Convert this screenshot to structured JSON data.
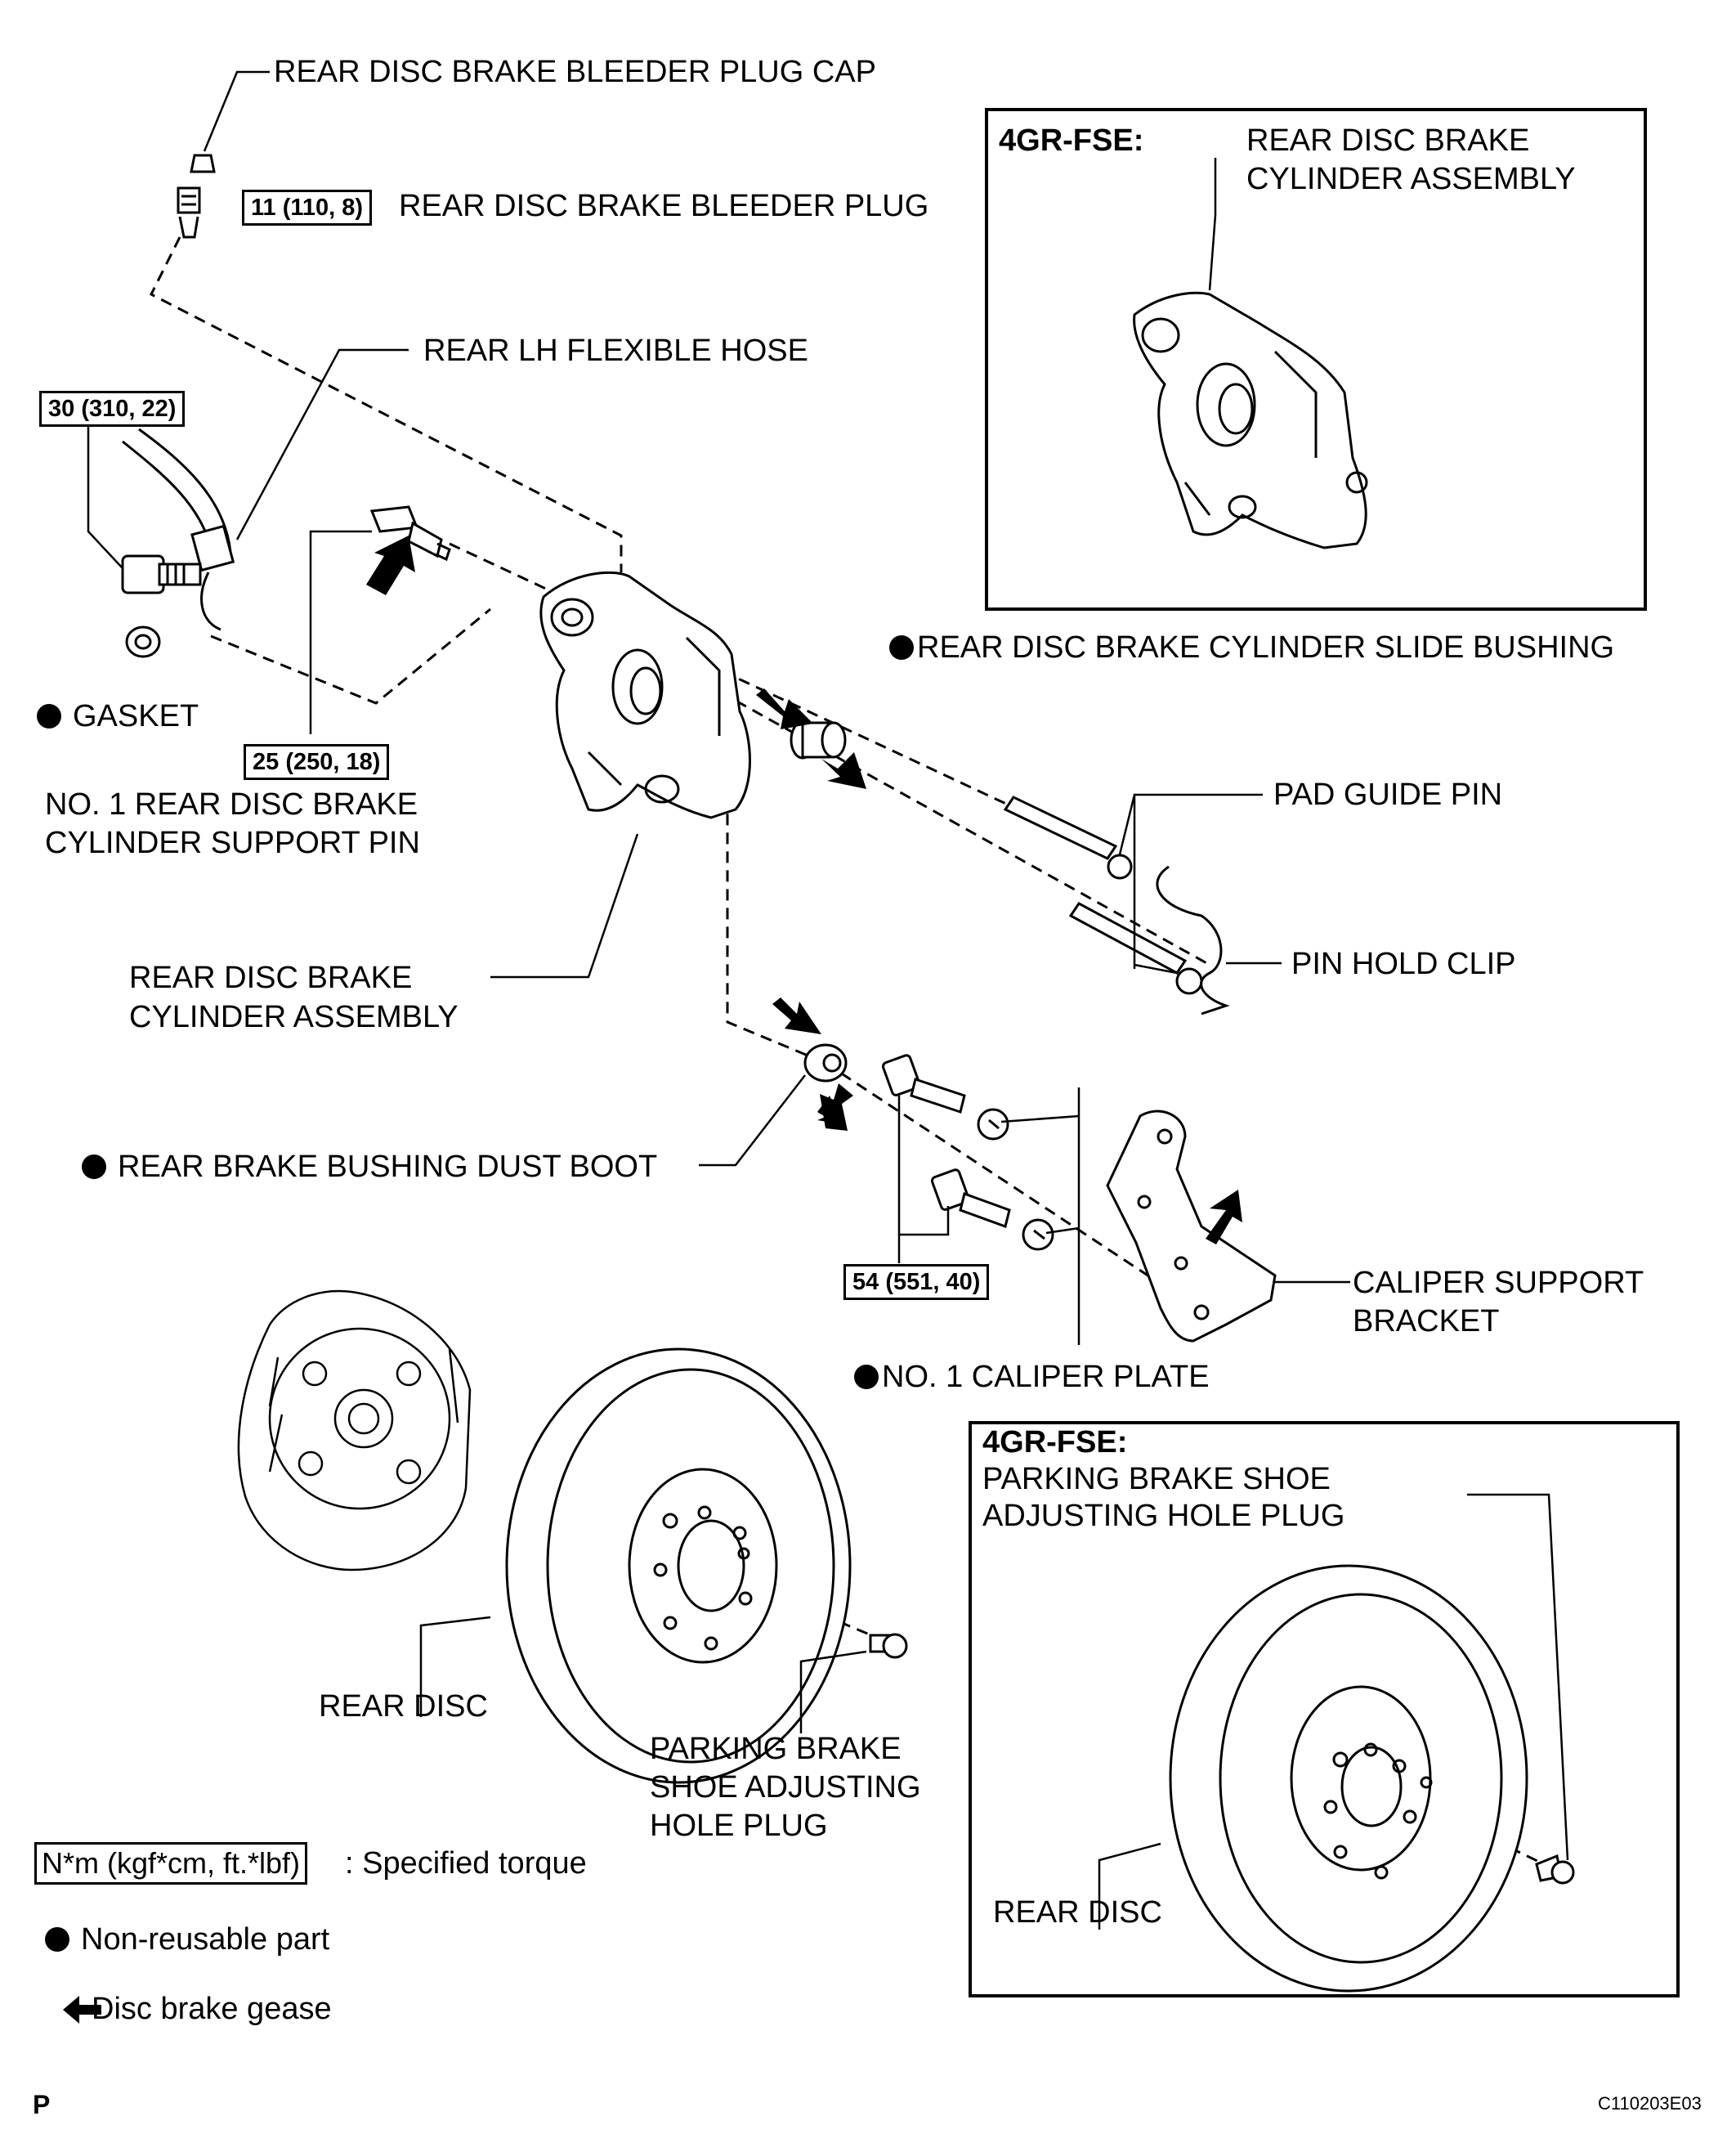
{
  "labels": {
    "bleeder_cap": "REAR DISC BRAKE BLEEDER PLUG CAP",
    "bleeder_plug": "REAR DISC BRAKE BLEEDER PLUG",
    "flex_hose": "REAR LH FLEXIBLE HOSE",
    "gasket": "GASKET",
    "support_pin_1": "NO. 1 REAR DISC BRAKE",
    "support_pin_2": "CYLINDER SUPPORT PIN",
    "cyl_assy_1": "REAR DISC BRAKE",
    "cyl_assy_2": "CYLINDER ASSEMBLY",
    "slide_bushing": "REAR DISC BRAKE CYLINDER SLIDE BUSHING",
    "pad_guide_pin": "PAD GUIDE PIN",
    "pin_hold_clip": "PIN HOLD CLIP",
    "dust_boot": "REAR BRAKE BUSHING DUST BOOT",
    "support_bracket_1": "CALIPER SUPPORT",
    "support_bracket_2": "BRACKET",
    "caliper_plate": "NO. 1 CALIPER PLATE",
    "rear_disc": "REAR DISC",
    "pb_plug_1": "PARKING BRAKE",
    "pb_plug_2": "SHOE ADJUSTING",
    "pb_plug_3": "HOLE PLUG"
  },
  "torques": {
    "bleeder": "11 (110, 8)",
    "union_bolt": "30 (310, 22)",
    "support_pin": "25 (250, 18)",
    "bracket_bolts": "54 (551, 40)"
  },
  "inset_top": {
    "title": "4GR-FSE:",
    "label_1": "REAR DISC BRAKE",
    "label_2": "CYLINDER ASSEMBLY"
  },
  "inset_bottom": {
    "title": "4GR-FSE:",
    "label_1": "PARKING BRAKE SHOE",
    "label_2": "ADJUSTING HOLE PLUG",
    "disc": "REAR DISC"
  },
  "legend": {
    "torque_unit": "N*m (kgf*cm, ft.*lbf)",
    "torque_text": ": Specified torque",
    "nonreusable": "Non-reusable part",
    "grease": "Disc brake gease"
  },
  "footer": {
    "page_letter": "P",
    "figure_code": "C110203E03"
  }
}
